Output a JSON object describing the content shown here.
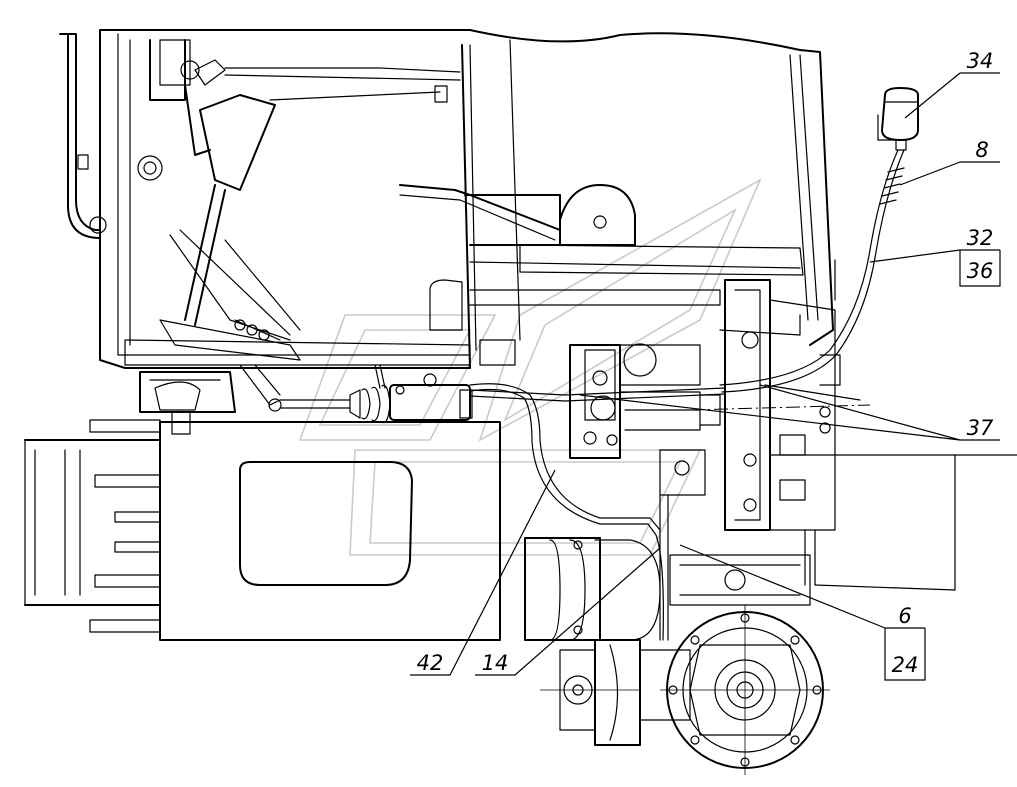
{
  "callouts": [
    {
      "id": "34",
      "text": "34"
    },
    {
      "id": "8",
      "text": "8"
    },
    {
      "id": "32",
      "text": "32"
    },
    {
      "id": "36",
      "text": "36"
    },
    {
      "id": "37",
      "text": "37"
    },
    {
      "id": "6",
      "text": "6"
    },
    {
      "id": "24",
      "text": "24"
    },
    {
      "id": "42",
      "text": "42"
    },
    {
      "id": "14",
      "text": "14"
    }
  ],
  "colors": {
    "line": "#000000",
    "background": "#ffffff",
    "watermark": "#b8b8b8"
  }
}
